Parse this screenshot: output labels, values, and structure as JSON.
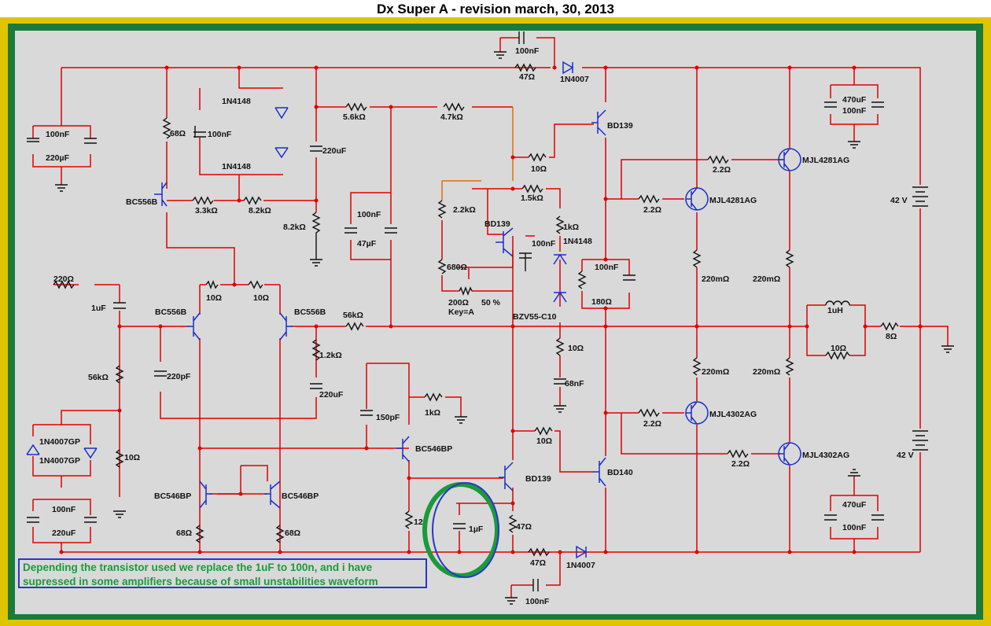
{
  "title": "Dx Super A - revision march, 30, 2013",
  "note": {
    "line1": "Depending the transistor used we replace the 1uF to 100n, and i have",
    "line2": "supressed in some amplifiers because of small unstabilities waveform"
  },
  "labels": {
    "c_top_100nf": "100nF",
    "r_top_47": "47Ω",
    "d_top_1n4007": "1N4007",
    "c_left_100nf": "100nF",
    "c_left_220uf": "220µF",
    "d_1n4148_a": "1N4148",
    "c_100nf_mid": "100nF",
    "d_1n4148_b": "1N4148",
    "r_68": "68Ω",
    "c_220uf_a": "220uF",
    "r_5k6": "5.6kΩ",
    "r_4k7": "4.7kΩ",
    "q_bd139_top": "BD139",
    "r_10_a": "10Ω",
    "q_bc556_top": "BC556B",
    "r_3k3": "3.3kΩ",
    "r_8k2_a": "8.2kΩ",
    "r_8k2_b": "8.2kΩ",
    "c_100nf_b": "100nF",
    "c_47uf": "47µF",
    "r_2k2": "2.2kΩ",
    "q_bd139_mid": "BD139",
    "r_1k5": "1.5kΩ",
    "r_1k": "1kΩ",
    "d_1n4148_c": "1N4148",
    "c_100nf_c": "100nF",
    "r_680": "680Ω",
    "pot_200": "200Ω",
    "pot_pct": "50 %",
    "pot_key": "Key=A",
    "z_bzv55": "BZV55-C10",
    "c_100nf_d": "100nF",
    "r_180": "180Ω",
    "r_220_in": "220Ω",
    "c_1uf_in": "1uF",
    "r_10_b": "10Ω",
    "r_10_c": "10Ω",
    "q_bc556_l": "BC556B",
    "q_bc556_r": "BC556B",
    "r_56k_a": "56kΩ",
    "r_1k2": "1.2kΩ",
    "c_220uf_b": "220uF",
    "c_220pf": "220pF",
    "r_56k_b": "56kΩ",
    "r_10_d": "10Ω",
    "c_68nf": "68nF",
    "c_150pf": "150pF",
    "r_1k_b": "1kΩ",
    "q_bc546_vas": "BC546BP",
    "d_1n4007gp_a": "1N4007GP",
    "d_1n4007gp_b": "1N4007GP",
    "r_10_e": "10Ω",
    "q_bc546_l": "BC546BP",
    "q_bc546_r": "BC546BP",
    "q_bd139_bot": "BD139",
    "r_10_f": "10Ω",
    "q_bd140": "BD140",
    "r_68_l": "68Ω",
    "r_68_r": "68Ω",
    "r_12": "12",
    "c_1uf_circ": "1µF",
    "r_47_bot": "47Ω",
    "c_left_100nf_b": "100nF",
    "c_left_220uf_b": "220uF",
    "r_47_bot2": "47Ω",
    "d_1n4007_bot": "1N4007",
    "c_100nf_bot": "100nF",
    "r_2k2_a": "2.2Ω",
    "r_2k2_b": "2.2Ω",
    "r_2k2_c": "2.2Ω",
    "r_2k2_d": "2.2Ω",
    "q_mjl4281_a": "MJL4281AG",
    "q_mjl4281_b": "MJL4281AG",
    "q_mjl4302_a": "MJL4302AG",
    "q_mjl4302_b": "MJL4302AG",
    "r_220m_a": "220mΩ",
    "r_220m_b": "220mΩ",
    "r_220m_c": "220mΩ",
    "r_220m_d": "220mΩ",
    "c_470uf_top": "470uF",
    "c_100nf_top_r": "100nF",
    "c_470uf_bot": "470uF",
    "c_100nf_bot_r": "100nF",
    "l_1uh": "1uH",
    "r_10_out": "10Ω",
    "r_8": "8Ω",
    "v_42_top": "42 V",
    "v_42_bot": "42 V"
  }
}
